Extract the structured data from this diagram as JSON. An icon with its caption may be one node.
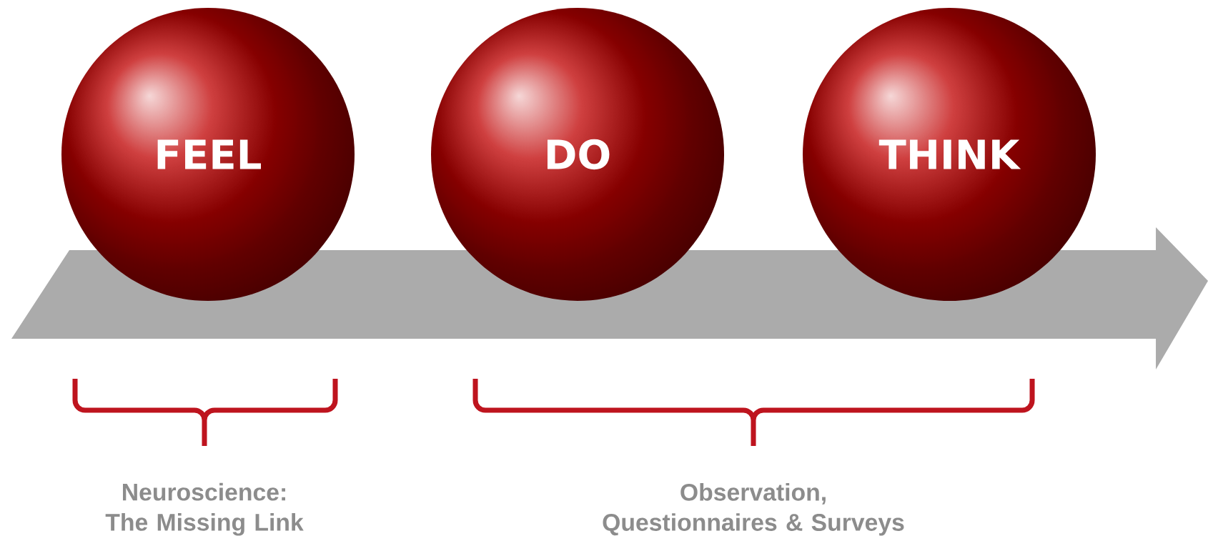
{
  "diagram": {
    "nodes": [
      {
        "text": [
          "FEEL"
        ]
      },
      {
        "text": [
          "DO"
        ]
      },
      {
        "text": [
          "THINK"
        ]
      }
    ],
    "labels": [
      "Neuroscience: The Missing Link",
      "Observation, Questionnaires & Surveys"
    ]
  }
}
